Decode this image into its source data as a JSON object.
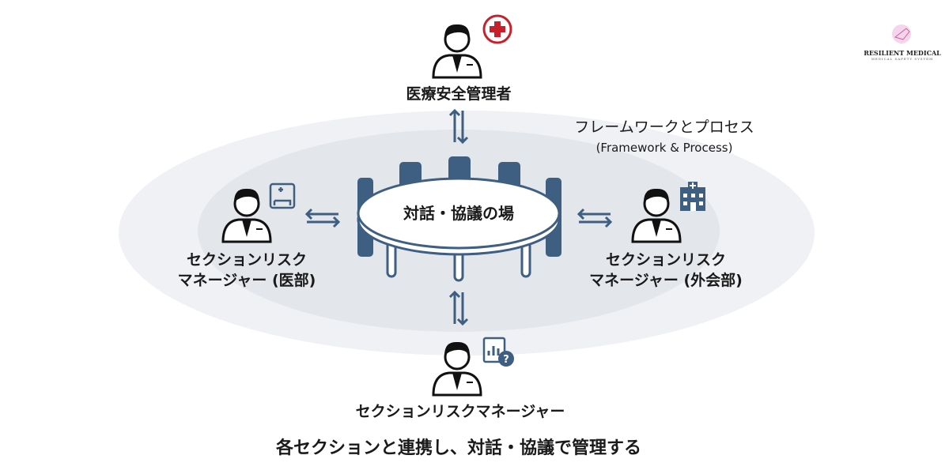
{
  "logo": {
    "name": "RESILIENT MEDICAL",
    "tagline": "MEDICAL SAFETY SYSTEM"
  },
  "top_role": {
    "label": "医療安全管理者",
    "icon": "red-cross-icon"
  },
  "framework": {
    "label_ja": "フレームワークとプロセス",
    "label_en": "(Framework & Process)"
  },
  "table": {
    "label": "対話・協議の場"
  },
  "left_role": {
    "line1": "セクションリスク",
    "line2": "マネージャー (医部)",
    "icon": "hospital-bed-icon"
  },
  "right_role": {
    "line1": "セクションリスク",
    "line2": "マネージャー (外会部)",
    "icon": "hospital-building-icon"
  },
  "bottom_role": {
    "label": "セクションリスクマネージャー",
    "icon": "report-question-icon"
  },
  "caption": "各セクションと連携し、対話・協議で管理する",
  "colors": {
    "accent": "#3f5f82",
    "red": "#c8202a",
    "bg_outer": "#eff1f4",
    "bg_inner": "#e3e6eb"
  }
}
